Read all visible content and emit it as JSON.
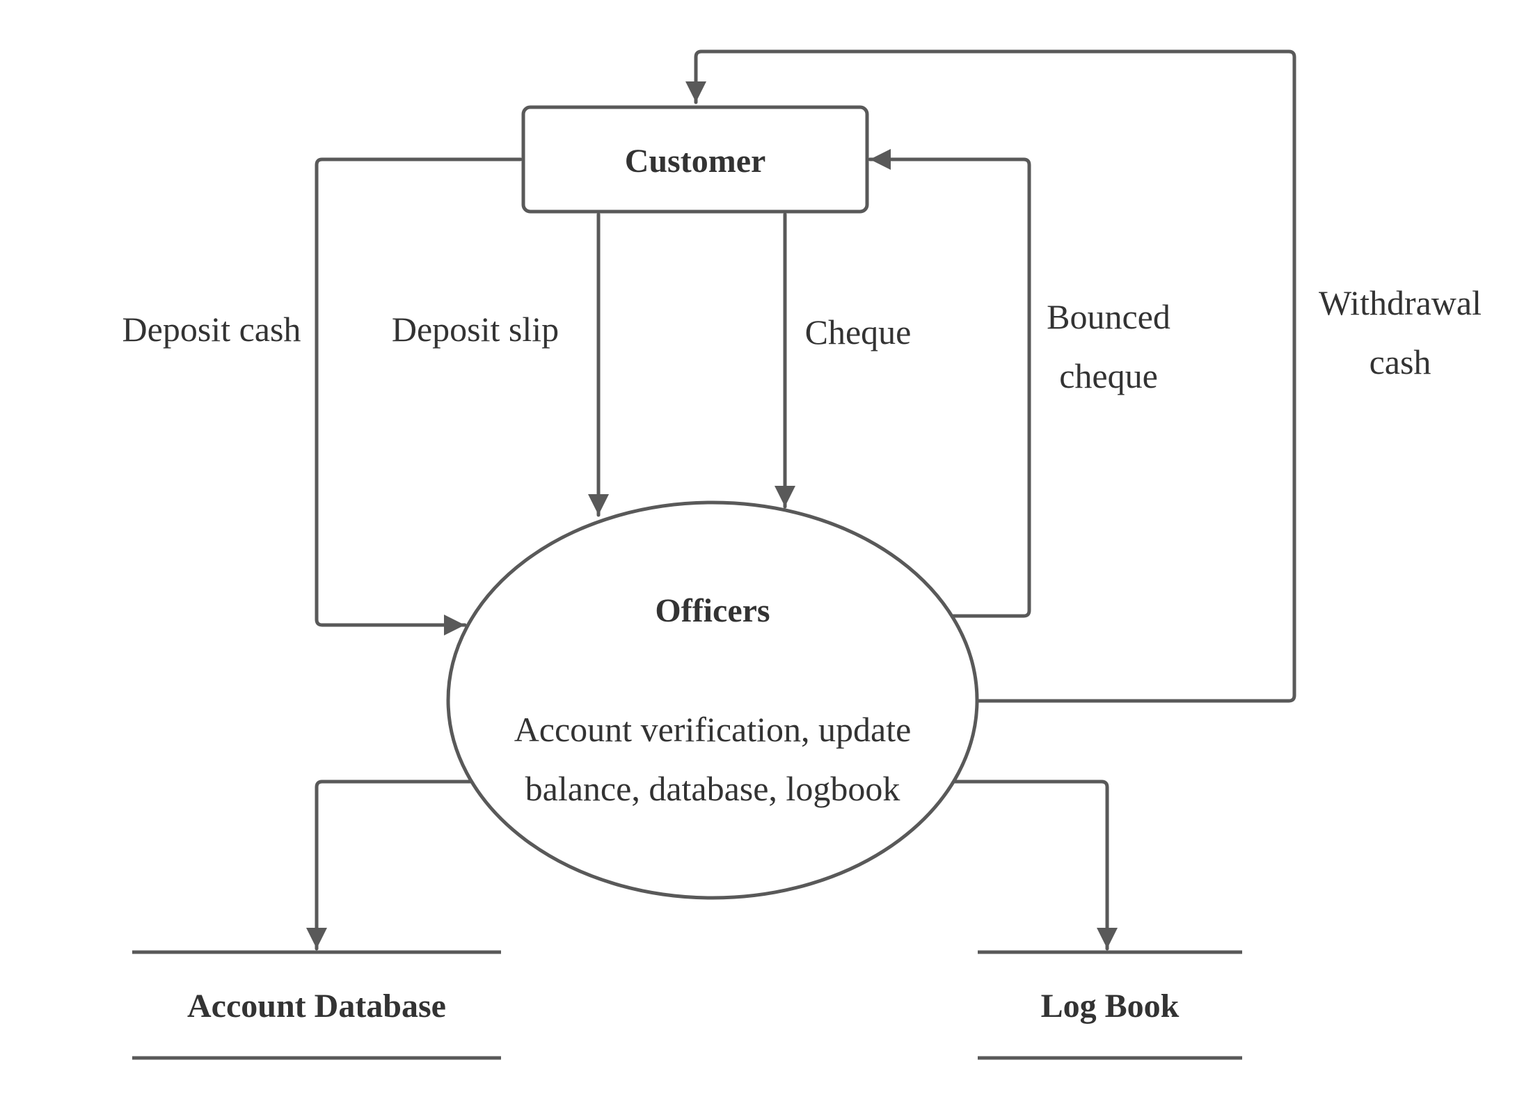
{
  "diagram": {
    "nodes": {
      "customer": {
        "label": "Customer"
      },
      "officers": {
        "label": "Officers",
        "description_line1": "Account verification, update",
        "description_line2": "balance, database, logbook"
      },
      "account_database": {
        "label": "Account Database"
      },
      "log_book": {
        "label": "Log Book"
      }
    },
    "flows": {
      "deposit_cash": "Deposit cash",
      "deposit_slip": "Deposit slip",
      "cheque": "Cheque",
      "bounced_cheque_line1": "Bounced",
      "bounced_cheque_line2": "cheque",
      "withdrawal_cash_line1": "Withdrawal",
      "withdrawal_cash_line2": "cash"
    },
    "colors": {
      "stroke": "#595959",
      "text": "#333333",
      "background": "#ffffff"
    }
  }
}
